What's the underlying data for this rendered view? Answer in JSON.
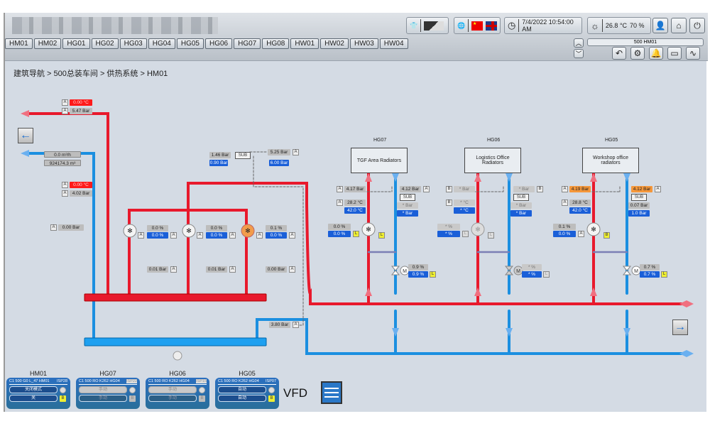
{
  "header": {
    "nav_tabs": [
      "HM01",
      "HM02",
      "HG01",
      "HG02",
      "HG03",
      "HG04",
      "HG05",
      "HG06",
      "HG07",
      "HG08",
      "HW01",
      "HW02",
      "HW03",
      "HW04"
    ],
    "datetime": "7/4/2022 10:54:00 AM",
    "temperature": "26.8 °C",
    "humidity": "70 %",
    "station": "500 HM01",
    "icons": [
      "shirt-icon",
      "theme-icon",
      "globe-icon",
      "flag-cn-icon",
      "flag-uk-icon",
      "clock-icon",
      "sun-icon",
      "user-icon",
      "home-icon",
      "power-icon",
      "up-icon",
      "down-icon",
      "back-icon",
      "group-icon",
      "bell-icon",
      "message-icon",
      "trend-icon"
    ]
  },
  "breadcrumb": "建筑导航 > 500总装车间 > 供热系统 > HM01",
  "hm01": {
    "supply_temp": "0.00 °C",
    "supply_pressure": "5.47 Bar",
    "flow": "0.0 m³/h",
    "volume": "924174.3 m³",
    "return_temp": "0.00 °C",
    "return_pressure": "4.02 Bar",
    "diff_pressure": "0.00 Bar",
    "pumps": [
      {
        "actual": "0.0 %",
        "setpoint": "0.0 %",
        "pressure": "0.01 Bar",
        "state": "off"
      },
      {
        "actual": "0.0 %",
        "setpoint": "0.0 %",
        "pressure": "0.01 Bar",
        "state": "off"
      },
      {
        "actual": "0.1 %",
        "setpoint": "0.0 %",
        "pressure": "0.00 Bar",
        "state": "running"
      }
    ],
    "sub_left": "1.46 Bar",
    "sub_left_set": "0.90 Bar",
    "sub_right": "5.25 Bar",
    "sub_right_set": "6.00 Bar",
    "sub_label": "SUB",
    "return_header_pressure": "3.80 Bar"
  },
  "branches": [
    {
      "id": "HG07",
      "name": "TGF Area Radiators",
      "supply_p": "4.17 Bar",
      "return_p": "4.12 Bar",
      "temp": "28.2 °C",
      "temp_set": "42.0 °C",
      "dp": "* Bar",
      "dp_set": "* Bar",
      "pump_actual": "0.0 %",
      "pump_set": "0.0 %",
      "valve_actual": "0.9 %",
      "valve_set": "0.9 %",
      "mode": "A",
      "pump_mode": "L",
      "valve_mode": "L"
    },
    {
      "id": "HG06",
      "name": "Logistics Office Radiators",
      "supply_p": "* Bar",
      "return_p": "* Bar",
      "temp": "* °C",
      "temp_set": "* °C",
      "dp": "* Bar",
      "dp_set": "* Bar",
      "pump_actual": "* %",
      "pump_set": "* %",
      "valve_actual": "* %",
      "valve_set": "* %",
      "mode": "B",
      "pump_mode": "L",
      "valve_mode": "L"
    },
    {
      "id": "HG05",
      "name": "Workshop office radiators",
      "supply_p": "4.19 Bar",
      "return_p": "4.12 Bar",
      "temp": "28.8 °C",
      "temp_set": "42.0 °C",
      "dp": "0.07 Bar",
      "dp_set": "1.0 Bar",
      "pump_actual": "0.1 %",
      "pump_set": "0.0 %",
      "valve_actual": "0.7 %",
      "valve_set": "0.7 %",
      "mode": "A",
      "pump_mode": "B",
      "valve_mode": "L"
    }
  ],
  "panels": [
    {
      "title": "HM01",
      "code": "C1 500 G0 L_47 HM01",
      "isp": "ISP28",
      "mode1": "关闭模式",
      "mode2": "关",
      "badge": "B",
      "active": true
    },
    {
      "title": "HG07",
      "code": "C1 500 RO K262 HG04",
      "isp": "ISP22",
      "mode1": "手动",
      "mode2": "手动",
      "badge": "B",
      "active": false
    },
    {
      "title": "HG06",
      "code": "C1 500 RO K262 HG04",
      "isp": "ISP15",
      "mode1": "手动",
      "mode2": "手动",
      "badge": "B",
      "active": false
    },
    {
      "title": "HG05",
      "code": "C1 500 RO K262 HG04",
      "isp": "ISP07",
      "mode1": "自动",
      "mode2": "自动",
      "badge": "B",
      "active": true
    }
  ],
  "vfd_label": "VFD",
  "a_label": "A",
  "colors": {
    "supply": "#e8192c",
    "return": "#1b8fe0",
    "setpoint": "#1a5fd8",
    "alarm": "#ff1a1a",
    "warning": "#f5973a"
  }
}
